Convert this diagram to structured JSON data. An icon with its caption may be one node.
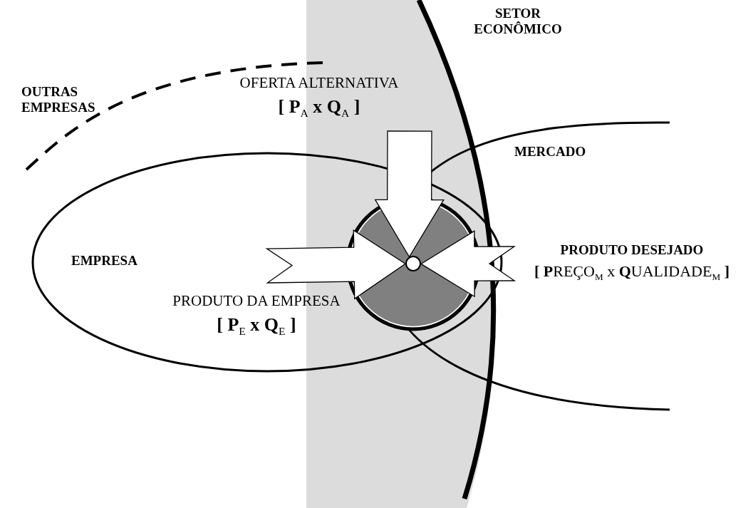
{
  "diagram": {
    "nodes": [
      {
        "text": [
          "SETOR ECONÔMICO"
        ]
      },
      {
        "text": [
          "OUTRAS EMPRESAS"
        ]
      },
      {
        "text": [
          "MERCADO"
        ]
      },
      {
        "text": [
          "EMPRESA"
        ]
      },
      {
        "text": [
          "OFERTA ALTERNATIVA",
          "**[ P**$_{A}$ **x Q**$_{A}$ **]**"
        ]
      },
      {
        "text": [
          "PRODUTO DA EMPRESA",
          "**[ P**$_{E}$ **x Q**$_{E}$ **]**"
        ],
        "in": 3
      },
      {
        "text": [
          "PRODUTO DESEJADO",
          "**[ P**REÇO$_{M}$ x **Q**UALIDADE$_{M}$ **]**"
        ]
      },
      {
        "text": [],
        "shape": "circle"
      }
    ],
    "edges": [
      {
        "from": 4,
        "to": 7,
        "arrow": "to"
      },
      {
        "from": null,
        "to": 7,
        "arrow": "to"
      },
      {
        "from": 6,
        "to": 7,
        "arrow": "to"
      }
    ]
  }
}
